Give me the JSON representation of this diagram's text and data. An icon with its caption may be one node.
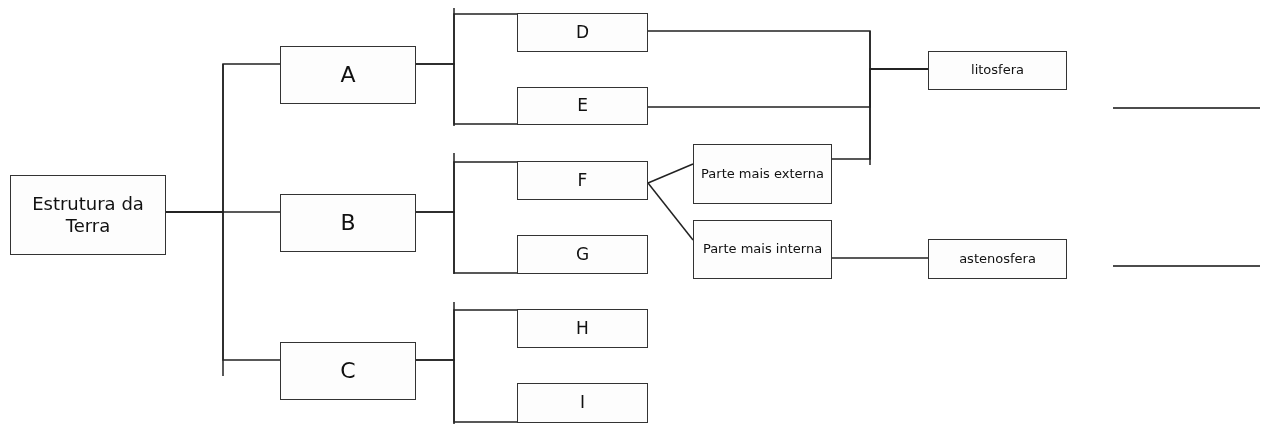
{
  "diagram": {
    "nodes": [
      {
        "text": [
          "Estrutura da Terra"
        ]
      },
      {
        "text": [
          "A"
        ]
      },
      {
        "text": [
          "B"
        ]
      },
      {
        "text": [
          "C"
        ]
      },
      {
        "text": [
          "D"
        ]
      },
      {
        "text": [
          "E"
        ]
      },
      {
        "text": [
          "F"
        ]
      },
      {
        "text": [
          "G"
        ]
      },
      {
        "text": [
          "H"
        ]
      },
      {
        "text": [
          "I"
        ]
      },
      {
        "text": [
          "Parte mais externa"
        ]
      },
      {
        "text": [
          "Parte mais interna"
        ]
      },
      {
        "text": [
          "litosfera"
        ]
      },
      {
        "text": [
          "astenosfera"
        ]
      }
    ],
    "edges": [
      {
        "from": 0,
        "to": 1,
        "arrow": "none"
      },
      {
        "from": 0,
        "to": 2,
        "arrow": "none"
      },
      {
        "from": 0,
        "to": 3,
        "arrow": "none"
      },
      {
        "from": 1,
        "to": 4,
        "arrow": "none"
      },
      {
        "from": 1,
        "to": 5,
        "arrow": "none"
      },
      {
        "from": 2,
        "to": 6,
        "arrow": "none"
      },
      {
        "from": 2,
        "to": 7,
        "arrow": "none"
      },
      {
        "from": 3,
        "to": 8,
        "arrow": "none"
      },
      {
        "from": 3,
        "to": 9,
        "arrow": "none"
      },
      {
        "from": 6,
        "to": 10,
        "arrow": "none"
      },
      {
        "from": 6,
        "to": 11,
        "arrow": "none"
      },
      {
        "from": 4,
        "to": 12,
        "arrow": "none"
      },
      {
        "from": 5,
        "to": 12,
        "arrow": "none"
      },
      {
        "from": 10,
        "to": 12,
        "arrow": "none"
      },
      {
        "from": 11,
        "to": 13,
        "arrow": "none"
      }
    ]
  }
}
